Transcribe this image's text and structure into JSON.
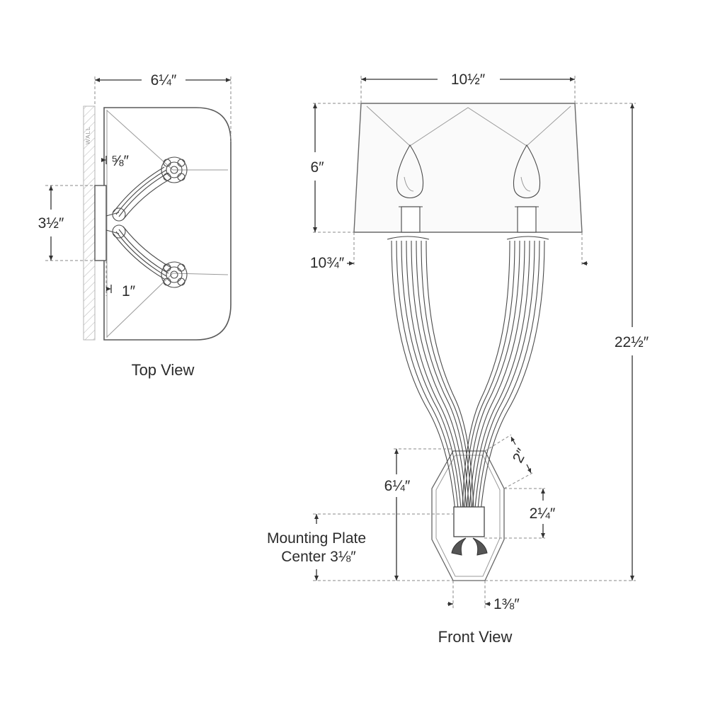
{
  "top_view": {
    "caption": "Top View",
    "wall_label": "WALL",
    "dims": {
      "overall_depth": "6¼″",
      "plate_offset": "⅝″",
      "plate_height": "3½″",
      "plate_depth": "1″"
    }
  },
  "front_view": {
    "caption": "Front View",
    "dims": {
      "shade_width": "10½″",
      "shade_height": "6″",
      "shade_bottom_width": "10¾″",
      "overall_height": "22½″",
      "backplate_upper": "2″",
      "backplate_height": "6¼″",
      "backplate_mid": "2¼″",
      "mounting_plate_line1": "Mounting Plate",
      "mounting_plate_line2": "Center 3⅛″",
      "base_width": "1⅜″"
    }
  }
}
